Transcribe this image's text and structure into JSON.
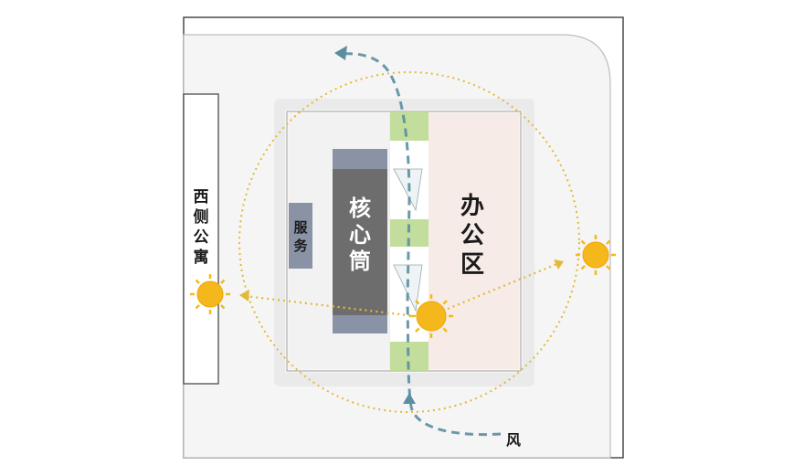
{
  "labels": {
    "west_apartment": [
      "西",
      "侧",
      "公",
      "寓"
    ],
    "service": [
      "服",
      "务"
    ],
    "core": [
      "核",
      "心",
      "筒"
    ],
    "office": [
      "办",
      "公",
      "区"
    ],
    "wind": "风"
  },
  "colors": {
    "frame_border": "#4a4a4a",
    "site_border": "#bdbdbd",
    "site_fill": "#f5f5f5",
    "office_fill": "#f6ebe6",
    "core_fill": "#6d6d6d",
    "core_cap_fill": "#8a93a6",
    "service_fill": "#8a93a6",
    "green_strip": "#b8db8e",
    "sun_path": "#e3b938",
    "sun_fill": "#f5b81c",
    "wind_arrow": "#5a8ea0"
  },
  "icons": {
    "sun": "sun-icon",
    "wind": "wind-arrow"
  }
}
